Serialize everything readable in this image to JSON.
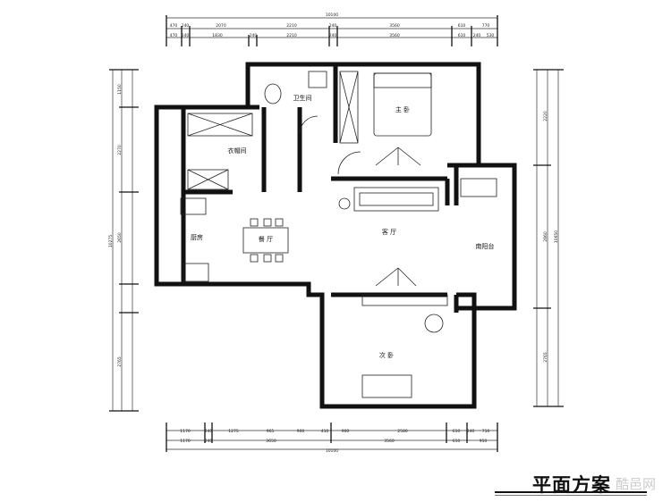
{
  "title": "平面方案",
  "watermark": "酷邑网",
  "rooms": {
    "bathroom": "卫生间",
    "cloakroom": "衣帽间",
    "master_bedroom": "主 卧",
    "dining": "餐 厅",
    "living": "客 厅",
    "kitchen": "厨房",
    "balcony": "南阳台",
    "second_bedroom": "次 卧"
  },
  "dimensions": {
    "top_total": "10100",
    "top_row1": [
      "470",
      "240",
      "2070",
      "2210",
      "240",
      "3560",
      "610",
      "770"
    ],
    "top_row2": [
      "470",
      "240",
      "1830",
      "240",
      "2210",
      "240",
      "3560",
      "610",
      "240",
      "530"
    ],
    "bottom_row1": [
      "1170",
      "240",
      "1275",
      "965",
      "900",
      "410",
      "900",
      "2580",
      "610",
      "240",
      "710"
    ],
    "bottom_row2": [
      "1170",
      "240",
      "3650",
      "3560",
      "610",
      "950"
    ],
    "bottom_total": "10100",
    "left_outer": [
      "1150",
      "2270",
      "2650",
      "2765"
    ],
    "left_total": "10275",
    "right_outer": [
      "2220",
      "2860",
      "2765"
    ],
    "right_total": "10650"
  }
}
